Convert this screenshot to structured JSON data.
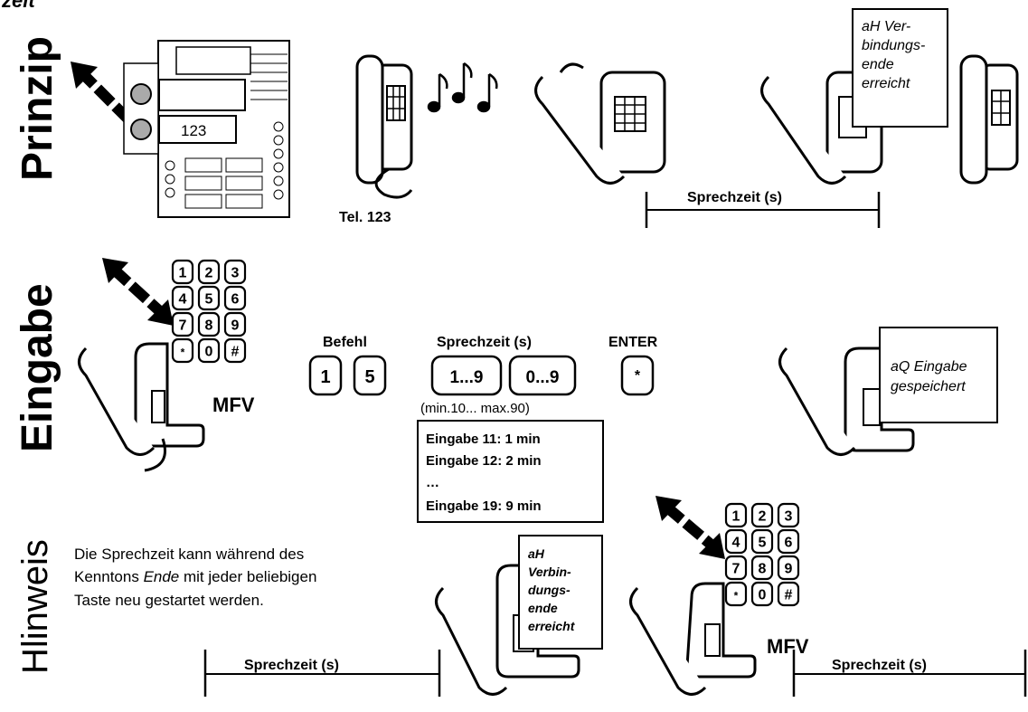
{
  "top_partial_label": "zeit",
  "sections": {
    "prinzip": "Prinzip",
    "eingabe": "Eingabe",
    "hinweis": "Hlinweis"
  },
  "prinzip": {
    "intercom_display": "123",
    "tel_label": "Tel. 123",
    "note_lines": [
      "aH Ver-",
      "bindungs-",
      "ende",
      "erreicht"
    ],
    "speech_time_label": "Sprechzeit (s)"
  },
  "eingabe": {
    "keypad_keys": [
      "1",
      "2",
      "3",
      "4",
      "5",
      "6",
      "7",
      "8",
      "9",
      "*",
      "0",
      "#"
    ],
    "mfv_label": "MFV",
    "befehl_label": "Befehl",
    "befehl_keys": [
      "1",
      "5"
    ],
    "sprechzeit_label": "Sprechzeit (s)",
    "sprechzeit_keys": [
      "1...9",
      "0...9"
    ],
    "range_label": "(min.10... max.90)",
    "enter_label": "ENTER",
    "enter_key": "*",
    "examples": [
      "Eingabe 11: 1 min",
      "Eingabe 12: 2 min",
      "…",
      "Eingabe 19: 9 min"
    ],
    "confirm_lines": [
      "aQ Eingabe",
      "gespeichert"
    ]
  },
  "hinweis": {
    "text_line1": "Die Sprechzeit kann während des",
    "text_line2_pre": "Kenntons ",
    "text_line2_em": "Ende",
    "text_line2_post": " mit jeder beliebigen",
    "text_line3": "Taste neu gestartet werden.",
    "note_lines": [
      "aH",
      "Verbin-",
      "dungs-",
      "ende",
      "erreicht"
    ],
    "keypad_keys": [
      "1",
      "2",
      "3",
      "4",
      "5",
      "6",
      "7",
      "8",
      "9",
      "*",
      "0",
      "#"
    ],
    "mfv_label": "MFV",
    "speech_time_left": "Sprechzeit (s)",
    "speech_time_right": "Sprechzeit (s)"
  }
}
